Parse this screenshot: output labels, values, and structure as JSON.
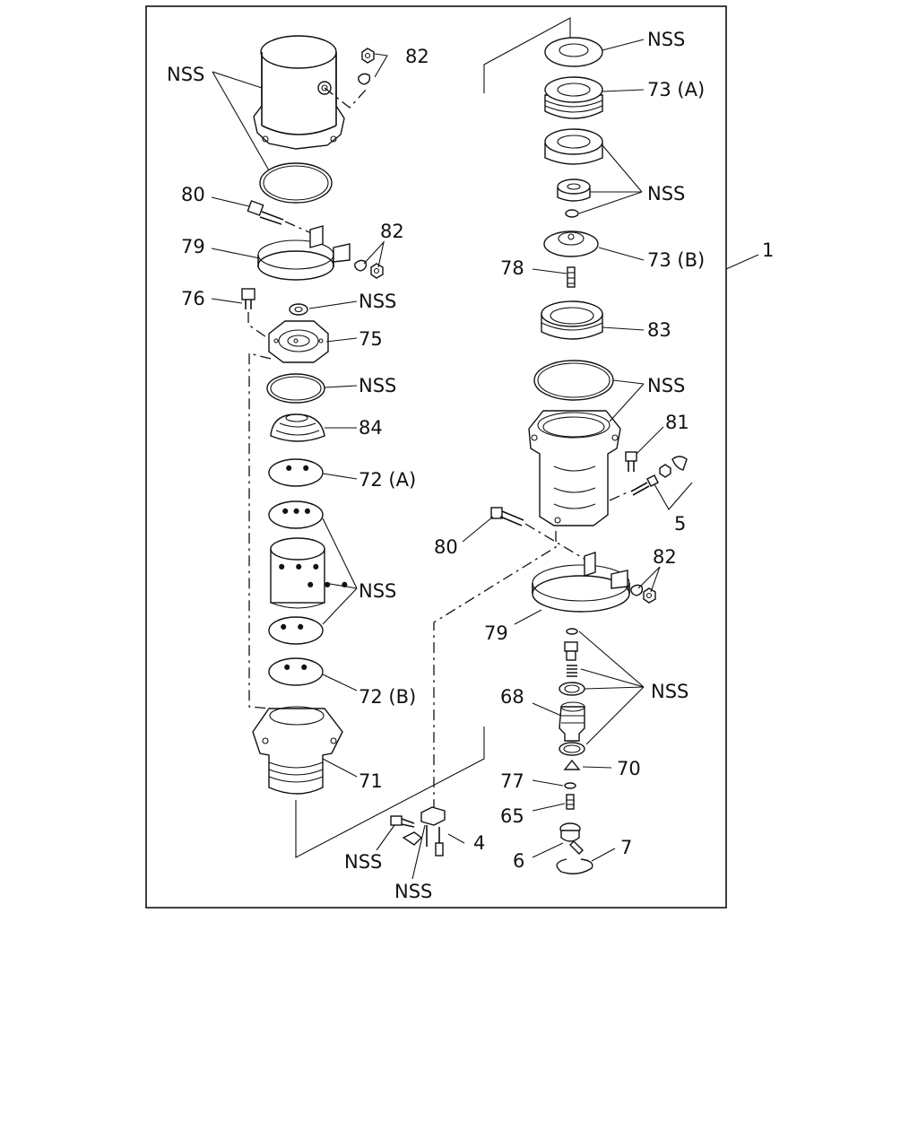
{
  "diagram": {
    "assembly_callout": "1",
    "callouts": {
      "c_nss_top_left": "NSS",
      "c_82_top": "82",
      "c_80_left": "80",
      "c_79_left": "79",
      "c_82_left": "82",
      "c_76": "76",
      "c_nss_washer": "NSS",
      "c_75": "75",
      "c_nss_oring": "NSS",
      "c_84": "84",
      "c_72a": "72 (A)",
      "c_nss_filter": "NSS",
      "c_72b": "72 (B)",
      "c_71": "71",
      "c_nss_bolt_bottom": "NSS",
      "c_nss_bottom": "NSS",
      "c_4": "4",
      "c_nss_top_right": "NSS",
      "c_73a": "73 (A)",
      "c_nss_rings_right": "NSS",
      "c_73b": "73 (B)",
      "c_78": "78",
      "c_83": "83",
      "c_nss_body": "NSS",
      "c_81": "81",
      "c_5": "5",
      "c_80_right": "80",
      "c_82_right": "82",
      "c_79_right": "79",
      "c_68": "68",
      "c_nss_valve": "NSS",
      "c_70": "70",
      "c_77": "77",
      "c_65": "65",
      "c_6": "6",
      "c_7": "7"
    }
  }
}
